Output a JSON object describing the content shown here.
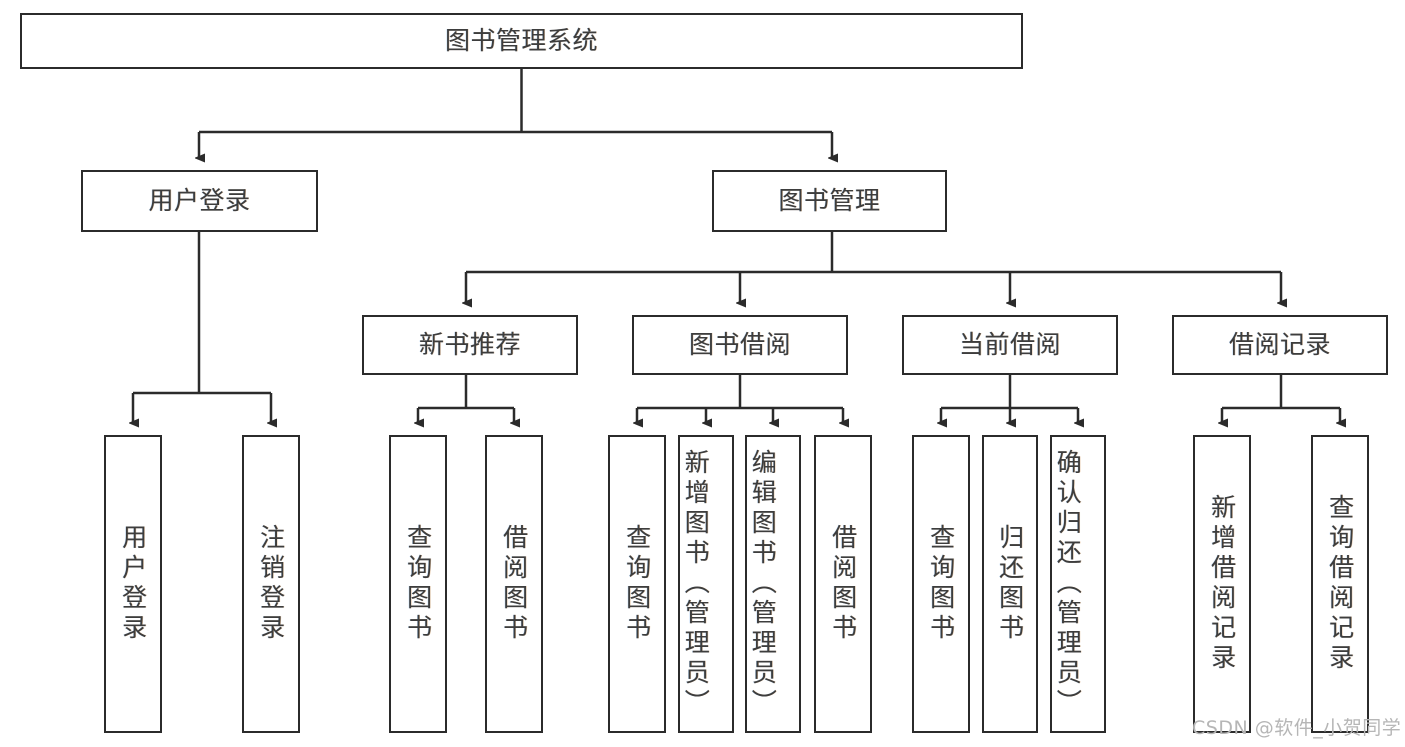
{
  "diagram": {
    "title": "图书管理系统",
    "type": "tree-hierarchy-chart",
    "colors": {
      "box_border": "#2b2b2b",
      "box_fill": "#ffffff",
      "text": "#3d3d3d",
      "edge": "#2b2b2b",
      "watermark": "#b6b6b6",
      "background": "#ffffff"
    },
    "root": {
      "label": "图书管理系统"
    },
    "level2": [
      {
        "label": "用户登录"
      },
      {
        "label": "图书管理"
      }
    ],
    "level3": [
      {
        "label": "新书推荐"
      },
      {
        "label": "图书借阅"
      },
      {
        "label": "当前借阅"
      },
      {
        "label": "借阅记录"
      }
    ],
    "leaves": {
      "user_login": [
        {
          "label": "用户登录"
        },
        {
          "label": "注销登录"
        }
      ],
      "new_book": [
        {
          "label": "查询图书"
        },
        {
          "label": "借阅图书"
        }
      ],
      "borrow": [
        {
          "label": "查询图书"
        },
        {
          "label": "新增图书（管理员）"
        },
        {
          "label": "编辑图书（管理员）"
        },
        {
          "label": "借阅图书"
        }
      ],
      "current": [
        {
          "label": "查询图书"
        },
        {
          "label": "归还图书"
        },
        {
          "label": "确认归还（管理员）"
        }
      ],
      "records": [
        {
          "label": "新增借阅记录"
        },
        {
          "label": "查询借阅记录"
        }
      ]
    }
  },
  "watermark": {
    "text": "CSDN @软件_小贺同学"
  }
}
